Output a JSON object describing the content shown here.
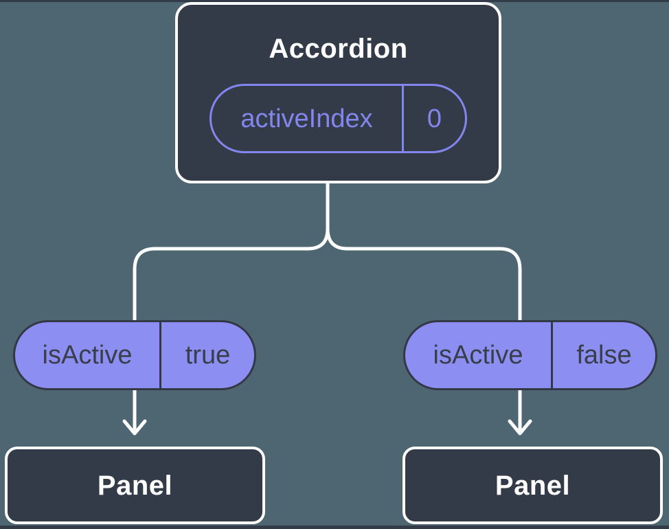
{
  "colors": {
    "bg": "#4d6671",
    "node": "#343b48",
    "line": "#ffffff",
    "accent": "#8386ec",
    "pill": "#8d8ef2",
    "ink": "#383e4a",
    "pillborder": "#323845"
  },
  "tree": {
    "root": {
      "label": "Accordion",
      "prop": {
        "name": "activeIndex",
        "value": "0"
      }
    },
    "children": [
      {
        "prop": {
          "name": "isActive",
          "value": "true"
        },
        "node": {
          "label": "Panel"
        }
      },
      {
        "prop": {
          "name": "isActive",
          "value": "false"
        },
        "node": {
          "label": "Panel"
        }
      }
    ]
  }
}
